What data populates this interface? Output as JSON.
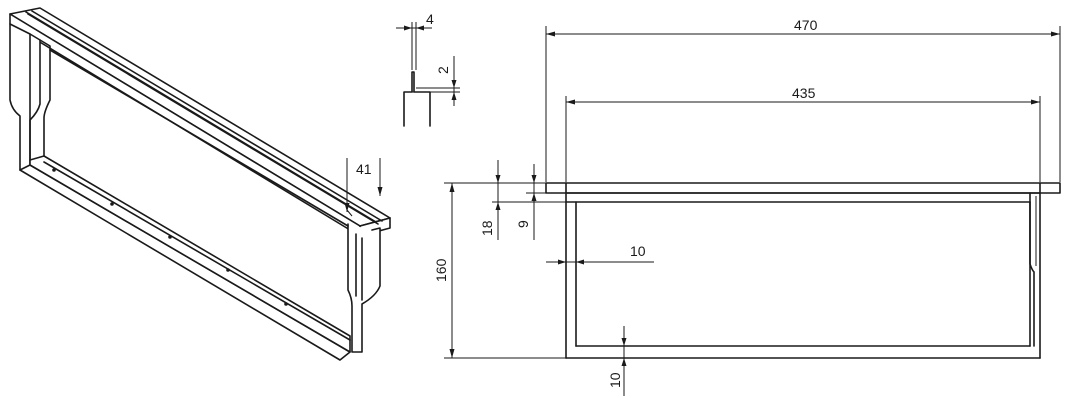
{
  "dimensions": {
    "overall_length": "470",
    "inner_length": "435",
    "height": "160",
    "top_bar_thickness": "18",
    "groove_depth_side": "9",
    "side_bar_thickness": "10",
    "bottom_bar_thickness": "10",
    "depth_3d": "41",
    "groove_width": "4",
    "groove_depth": "2"
  }
}
